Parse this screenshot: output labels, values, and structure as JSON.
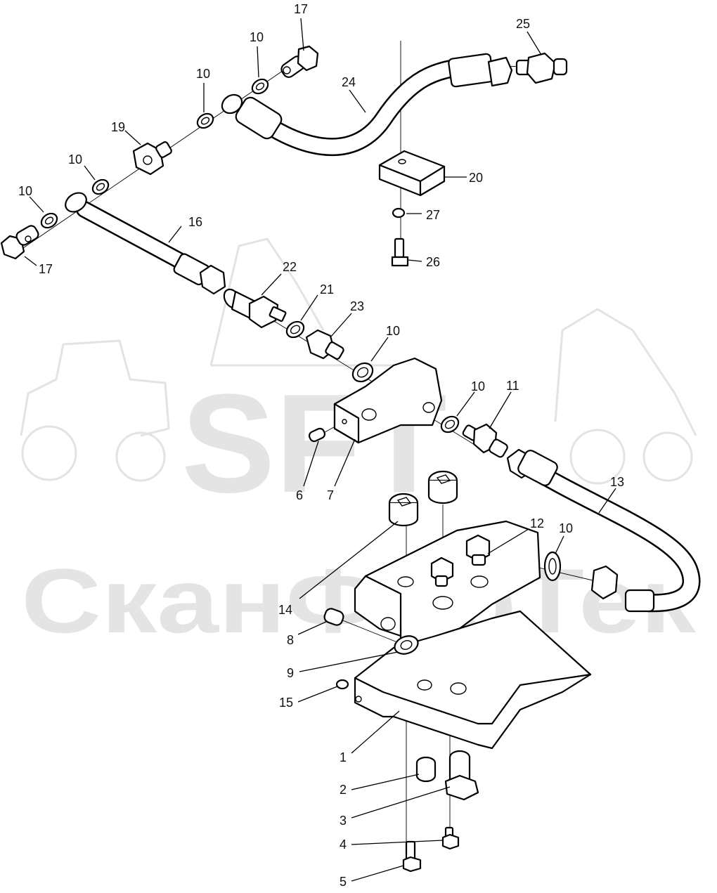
{
  "watermark": {
    "brand": "SFT",
    "name": "СканФорТек"
  },
  "callouts": [
    {
      "id": "c17a",
      "label": "17"
    },
    {
      "id": "c10a",
      "label": "10"
    },
    {
      "id": "c25",
      "label": "25"
    },
    {
      "id": "c10b",
      "label": "10"
    },
    {
      "id": "c24",
      "label": "24"
    },
    {
      "id": "c19",
      "label": "19"
    },
    {
      "id": "c10c",
      "label": "10"
    },
    {
      "id": "c10d",
      "label": "10"
    },
    {
      "id": "c20",
      "label": "20"
    },
    {
      "id": "c27",
      "label": "27"
    },
    {
      "id": "c16",
      "label": "16"
    },
    {
      "id": "c17b",
      "label": "17"
    },
    {
      "id": "c26",
      "label": "26"
    },
    {
      "id": "c22",
      "label": "22"
    },
    {
      "id": "c21",
      "label": "21"
    },
    {
      "id": "c23",
      "label": "23"
    },
    {
      "id": "c10e",
      "label": "10"
    },
    {
      "id": "c10f",
      "label": "10"
    },
    {
      "id": "c11",
      "label": "11"
    },
    {
      "id": "c13",
      "label": "13"
    },
    {
      "id": "c6",
      "label": "6"
    },
    {
      "id": "c7",
      "label": "7"
    },
    {
      "id": "c12",
      "label": "12"
    },
    {
      "id": "c10g",
      "label": "10"
    },
    {
      "id": "c14",
      "label": "14"
    },
    {
      "id": "c8",
      "label": "8"
    },
    {
      "id": "c9",
      "label": "9"
    },
    {
      "id": "c15",
      "label": "15"
    },
    {
      "id": "c1",
      "label": "1"
    },
    {
      "id": "c2",
      "label": "2"
    },
    {
      "id": "c3",
      "label": "3"
    },
    {
      "id": "c4",
      "label": "4"
    },
    {
      "id": "c5",
      "label": "5"
    }
  ]
}
